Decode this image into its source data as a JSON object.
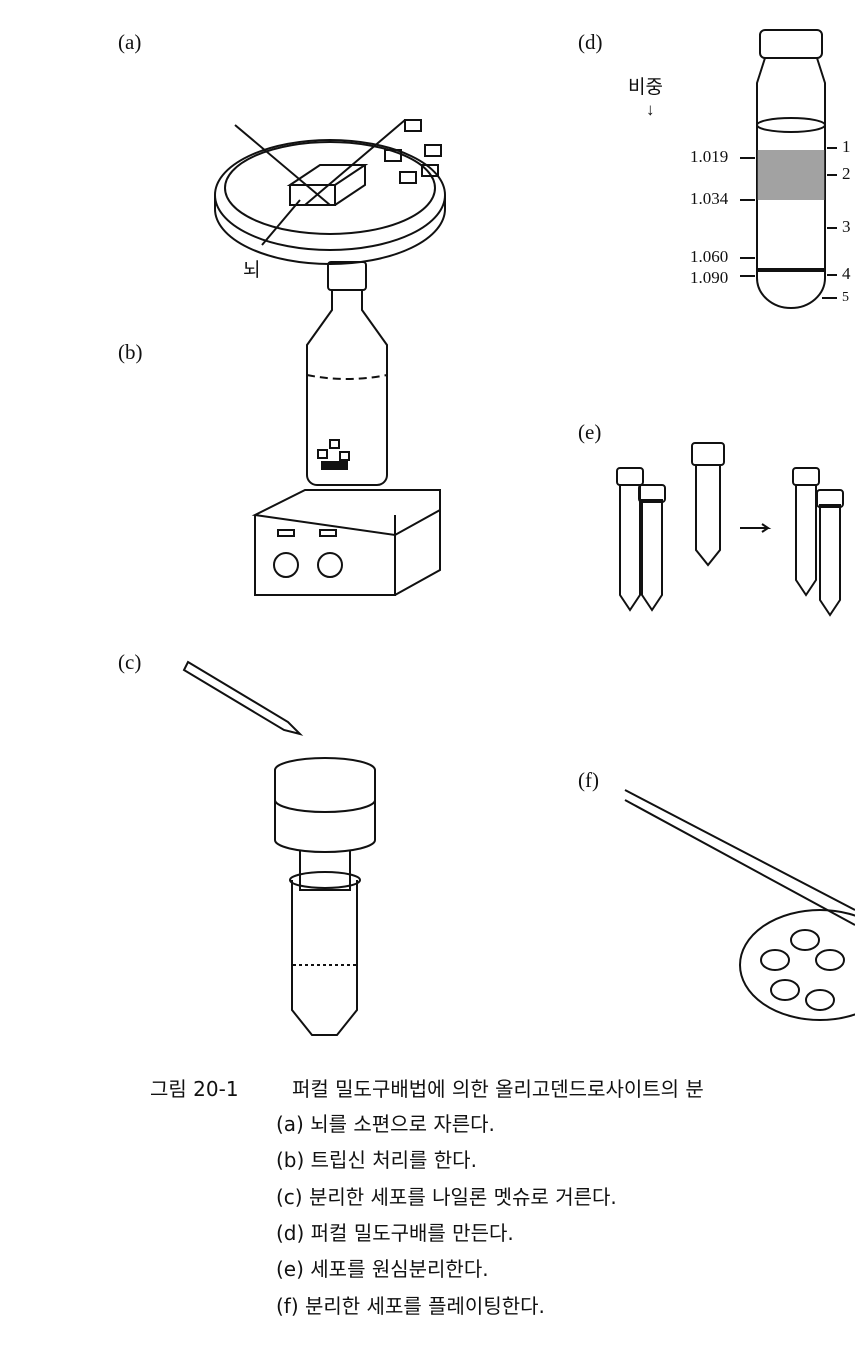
{
  "panels": {
    "a": {
      "label": "(a)",
      "brain_label": "뇌"
    },
    "b": {
      "label": "(b)"
    },
    "c": {
      "label": "(c)"
    },
    "d": {
      "label": "(d)",
      "density_title": "비중",
      "density_arrow": "↓",
      "densities": [
        "1.019",
        "1.034",
        "1.060",
        "1.090"
      ],
      "layers": [
        "1",
        "2",
        "3",
        "4",
        "5"
      ]
    },
    "e": {
      "label": "(e)",
      "arrow": "→"
    },
    "f": {
      "label": "(f)"
    }
  },
  "caption": {
    "figure_number": "그림 20-1",
    "title": "퍼컬 밀도구배법에 의한 올리고덴드로사이트의 분",
    "steps": [
      "(a) 뇌를 소편으로 자른다.",
      "(b) 트립신 처리를 한다.",
      "(c) 분리한 세포를 나일론 멧슈로 거른다.",
      "(d) 퍼컬 밀도구배를 만든다.",
      "(e) 세포를 원심분리한다.",
      "(f) 분리한 세포를 플레이팅한다."
    ]
  }
}
